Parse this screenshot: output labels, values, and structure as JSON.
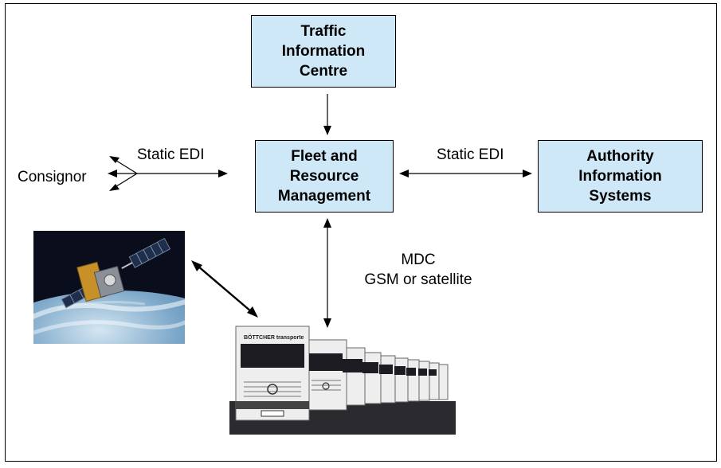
{
  "boxes": {
    "traffic": "Traffic\nInformation\nCentre",
    "fleet": "Fleet and\nResource\nManagement",
    "authority": "Authority\nInformation\nSystems"
  },
  "labels": {
    "consignor": "Consignor",
    "static_edi_left": "Static EDI",
    "static_edi_right": "Static EDI",
    "mdc": "MDC\nGSM or satellite"
  },
  "photo_text": {
    "truck_banner": "BÖTTCHER transporte"
  },
  "icons": {
    "satellite": "satellite-earth-photo",
    "trucks": "truck-fleet-photo"
  },
  "colors": {
    "box_fill": "#cfe8f7",
    "stroke": "#000000"
  }
}
